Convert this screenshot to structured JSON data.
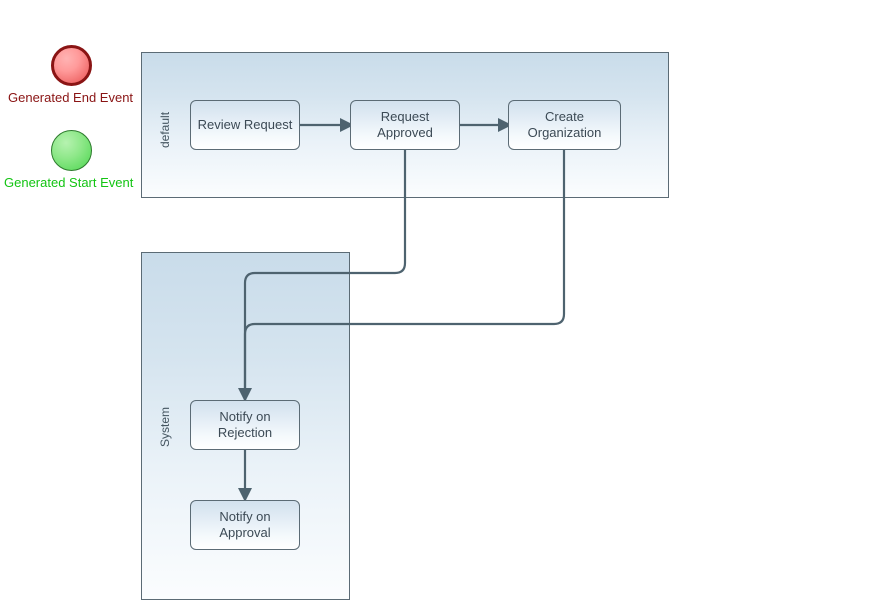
{
  "diagram": {
    "type": "bpmn-process-diagram",
    "background_color": "#ffffff",
    "connector_color": "#4e636f"
  },
  "legend": {
    "end_event": {
      "label": "Generated End Event",
      "shape": "circle",
      "text_color": "#8a1414",
      "border_color": "#8a1414",
      "fill_color": "#f58a8a"
    },
    "start_event": {
      "label": "Generated Start Event",
      "shape": "circle",
      "text_color": "#13c413",
      "border_color": "#2d7a2d",
      "fill_color": "#7ce47c"
    }
  },
  "pools": [
    {
      "id": "default",
      "label": "default",
      "label_orientation": "vertical",
      "border_color": "#5b6b75",
      "fill_top": "#c9dcea",
      "fill_bottom": "#ffffff"
    },
    {
      "id": "system",
      "label": "System",
      "label_orientation": "vertical",
      "border_color": "#5b6b75",
      "fill_top": "#c9dcea",
      "fill_bottom": "#ffffff"
    }
  ],
  "tasks": [
    {
      "id": "review-request",
      "pool": "default",
      "label": "Review Request"
    },
    {
      "id": "request-approved",
      "pool": "default",
      "label": "Request\nApproved",
      "line1": "Request",
      "line2": "Approved"
    },
    {
      "id": "create-organization",
      "pool": "default",
      "label": "Create\nOrganization",
      "line1": "Create",
      "line2": "Organization"
    },
    {
      "id": "notify-on-rejection",
      "pool": "system",
      "label": "Notify on\nRejection",
      "line1": "Notify on",
      "line2": "Rejection"
    },
    {
      "id": "notify-on-approval",
      "pool": "system",
      "label": "Notify on\nApproval",
      "line1": "Notify on",
      "line2": "Approval"
    }
  ],
  "flows": [
    {
      "id": "flow-review-to-approved",
      "from": "review-request",
      "to": "request-approved",
      "style": "straight-horizontal"
    },
    {
      "id": "flow-approved-to-create",
      "from": "request-approved",
      "to": "create-organization",
      "style": "straight-horizontal"
    },
    {
      "id": "flow-approved-to-rejection",
      "from": "request-approved",
      "to": "notify-on-rejection",
      "style": "orthogonal-rounded"
    },
    {
      "id": "flow-create-to-approval",
      "from": "create-organization",
      "to": "notify-on-approval",
      "style": "orthogonal-rounded"
    }
  ]
}
